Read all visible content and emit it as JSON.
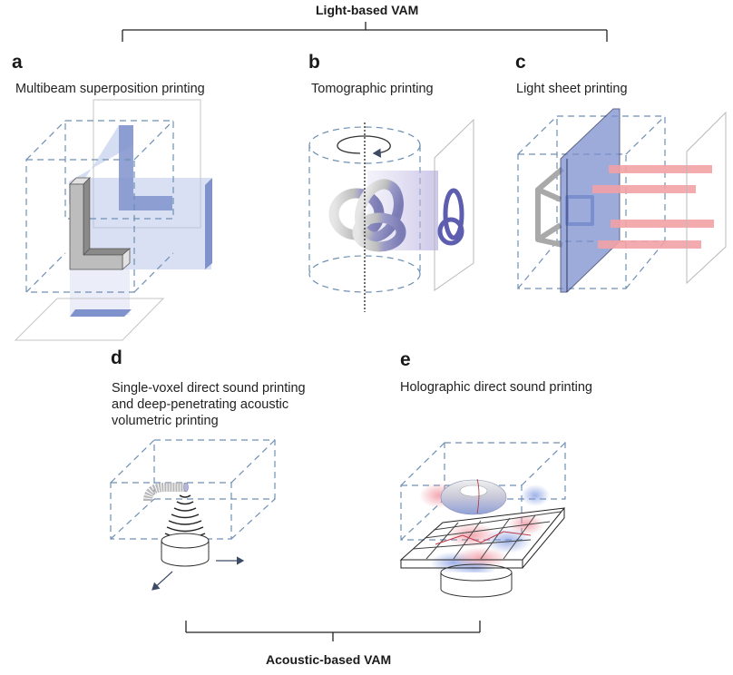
{
  "groups": {
    "light": {
      "title": "Light-based VAM"
    },
    "acoustic": {
      "title": "Acoustic-based VAM"
    }
  },
  "panels": [
    {
      "letter": "a",
      "caption": "Multibeam superposition printing",
      "group": "light"
    },
    {
      "letter": "b",
      "caption": "Tomographic printing",
      "group": "light"
    },
    {
      "letter": "c",
      "caption": "Light sheet printing",
      "group": "light"
    },
    {
      "letter": "d",
      "caption_lines": [
        "Single-voxel direct sound printing",
        "and deep-penetrating acoustic",
        "volumetric printing"
      ],
      "group": "acoustic"
    },
    {
      "letter": "e",
      "caption": "Holographic direct sound printing",
      "group": "acoustic"
    }
  ],
  "colors": {
    "dashed_box": "#6f8fb3",
    "beam_blue": "#7f92cc",
    "beam_light": "#b9c6ea",
    "object_gray": "#b8b8b8",
    "laser_red": "#f2a2a6",
    "sheet_blue": "#7d8fd0",
    "pressure_red": "#f0a0a8",
    "pressure_blue": "#9fb0e6",
    "bracket": "#222222"
  }
}
